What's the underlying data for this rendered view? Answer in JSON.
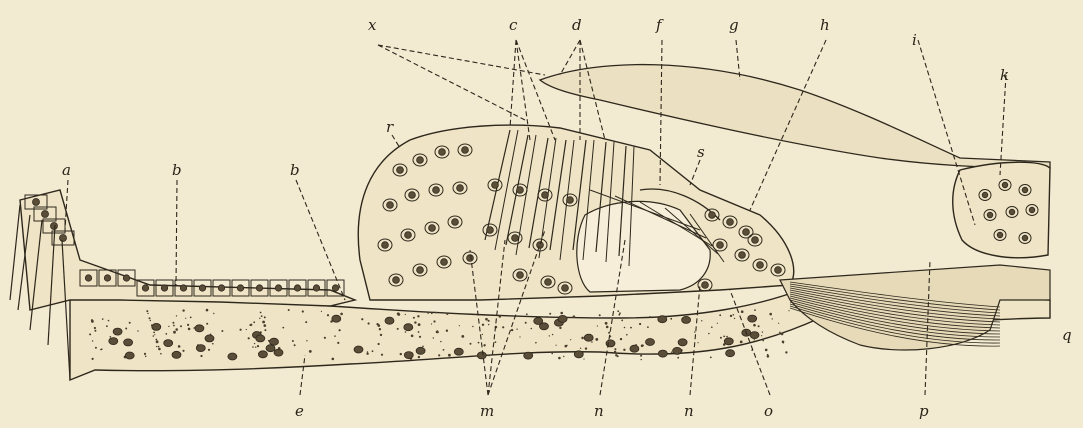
{
  "figure": {
    "labels": {
      "x": "x",
      "c": "c",
      "d": "d",
      "f": "f",
      "g": "g",
      "h": "h",
      "i": "i",
      "k": "k",
      "r": "r",
      "s": "s",
      "a": "a",
      "b1": "b",
      "b2": "b",
      "e": "e",
      "m": "m",
      "n1": "n",
      "n2": "n",
      "o": "o",
      "p": "p",
      "q": "q"
    }
  }
}
